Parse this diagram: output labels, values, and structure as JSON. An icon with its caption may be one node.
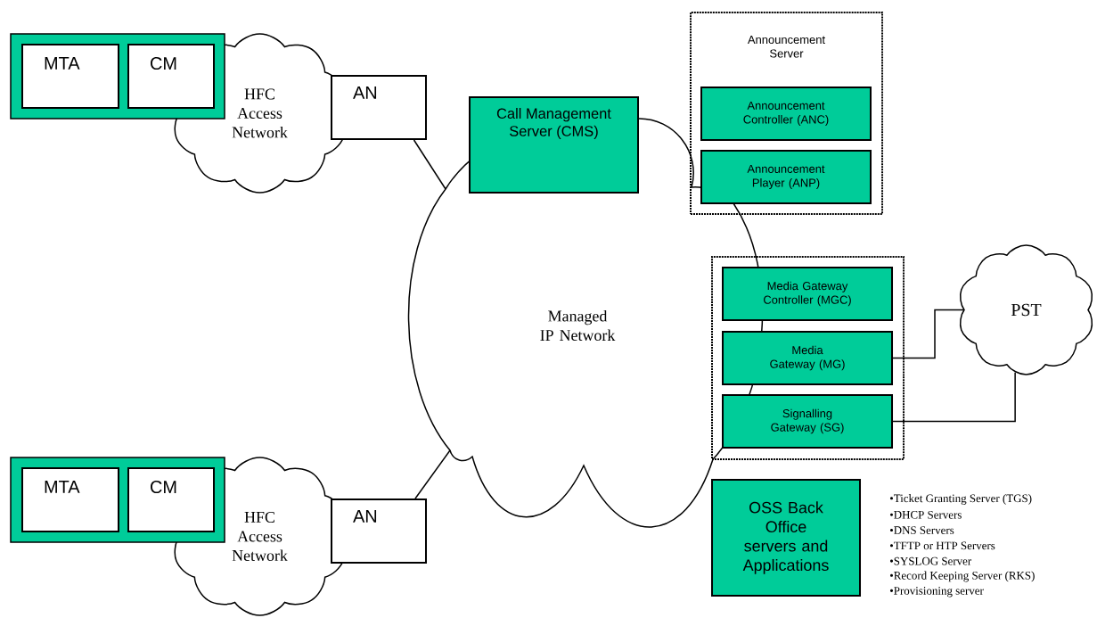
{
  "diagram": {
    "nodes": [
      {
        "text": [],
        "shape": "box"
      },
      {
        "text": [
          "MTA"
        ],
        "in": 0
      },
      {
        "text": [
          "CM"
        ],
        "in": 0
      },
      {
        "text": [
          "HFC Access Network"
        ]
      },
      {
        "text": [
          "AN"
        ]
      },
      {
        "text": [
          "Managed IP Network"
        ]
      },
      {
        "text": [
          "Call Management Server (CMS)"
        ]
      },
      {
        "text": [
          "Announcement Server"
        ]
      },
      {
        "text": [
          "Announcement Controller (ANC)"
        ],
        "in": 7
      },
      {
        "text": [
          "Announcement Player (ANP)"
        ],
        "in": 7
      },
      {
        "text": [],
        "shape": "box"
      },
      {
        "text": [
          "Media Gateway Controller (MGC)"
        ],
        "in": 10
      },
      {
        "text": [
          "Media Gateway (MG)"
        ],
        "in": 10
      },
      {
        "text": [
          "Signalling Gateway (SG)"
        ],
        "in": 10
      },
      {
        "text": [
          "PST"
        ]
      },
      {
        "text": [
          "OSS Back Office servers and Applications"
        ]
      },
      {
        "text": [],
        "shape": "box"
      },
      {
        "text": [
          "MTA"
        ],
        "in": 16
      },
      {
        "text": [
          "CM"
        ],
        "in": 16
      },
      {
        "text": [
          "HFC Access Network"
        ]
      },
      {
        "text": [
          "AN"
        ]
      }
    ],
    "edges": [
      {
        "from": 4,
        "to": 5,
        "arrow": "none"
      },
      {
        "from": 20,
        "to": 5,
        "arrow": "none"
      },
      {
        "from": 12,
        "to": 14,
        "arrow": "none"
      },
      {
        "from": 13,
        "to": 14,
        "arrow": "none"
      }
    ],
    "labels": [
      "•Ticket Granting Server (TGS)",
      "•DHCP Servers",
      "•DNS Servers",
      "•TFTP or HTP Servers",
      "•SYSLOG Server",
      "•Record Keeping Server (RKS)",
      "•Provisioning server"
    ]
  }
}
